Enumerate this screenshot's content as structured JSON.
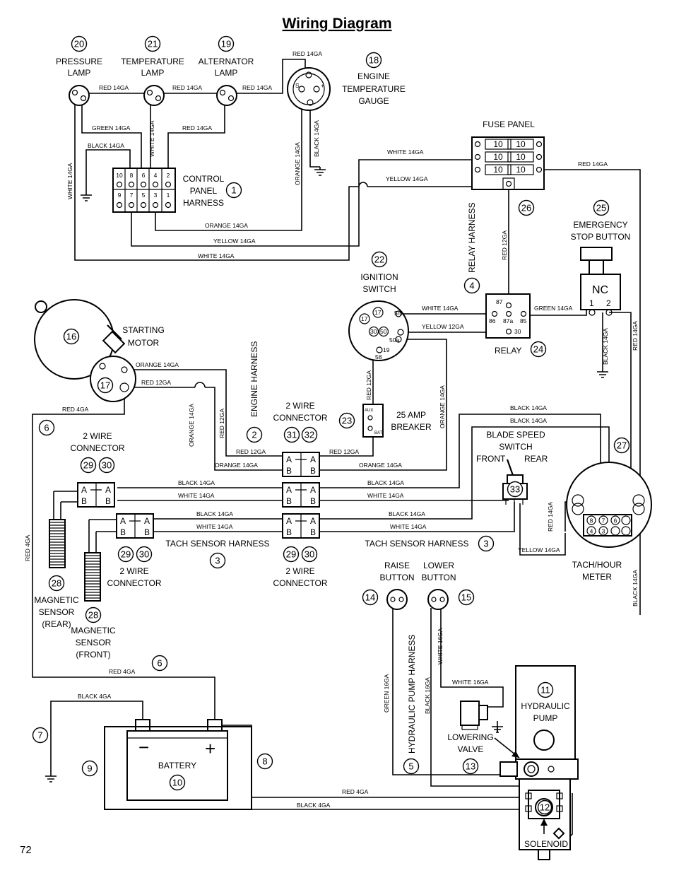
{
  "title": "Wiring Diagram",
  "page_number": "72",
  "callouts": [
    {
      "id": "c20",
      "n": "20"
    },
    {
      "id": "c21",
      "n": "21"
    },
    {
      "id": "c19",
      "n": "19"
    },
    {
      "id": "c18",
      "n": "18"
    },
    {
      "id": "c1",
      "n": "1"
    },
    {
      "id": "c26",
      "n": "26"
    },
    {
      "id": "c25",
      "n": "25"
    },
    {
      "id": "c4",
      "n": "4"
    },
    {
      "id": "c22",
      "n": "22"
    },
    {
      "id": "c24",
      "n": "24"
    },
    {
      "id": "c16",
      "n": "16"
    },
    {
      "id": "c17m",
      "n": "17"
    },
    {
      "id": "c6a",
      "n": "6"
    },
    {
      "id": "c2",
      "n": "2"
    },
    {
      "id": "c31",
      "n": "31"
    },
    {
      "id": "c32",
      "n": "32"
    },
    {
      "id": "c23",
      "n": "23"
    },
    {
      "id": "c27",
      "n": "27"
    },
    {
      "id": "c29a",
      "n": "29"
    },
    {
      "id": "c30a",
      "n": "30"
    },
    {
      "id": "c33",
      "n": "33"
    },
    {
      "id": "c29b",
      "n": "29"
    },
    {
      "id": "c30b",
      "n": "30"
    },
    {
      "id": "c3a",
      "n": "3"
    },
    {
      "id": "c29c",
      "n": "29"
    },
    {
      "id": "c30c",
      "n": "30"
    },
    {
      "id": "c3b",
      "n": "3"
    },
    {
      "id": "c28a",
      "n": "28"
    },
    {
      "id": "c28b",
      "n": "28"
    },
    {
      "id": "c14",
      "n": "14"
    },
    {
      "id": "c15",
      "n": "15"
    },
    {
      "id": "c6b",
      "n": "6"
    },
    {
      "id": "c11",
      "n": "11"
    },
    {
      "id": "c7",
      "n": "7"
    },
    {
      "id": "c9",
      "n": "9"
    },
    {
      "id": "c10",
      "n": "10"
    },
    {
      "id": "c8",
      "n": "8"
    },
    {
      "id": "c5",
      "n": "5"
    },
    {
      "id": "c13",
      "n": "13"
    },
    {
      "id": "c12",
      "n": "12"
    }
  ],
  "labels": {
    "pressure_lamp": [
      "PRESSURE",
      "LAMP"
    ],
    "temperature_lamp": [
      "TEMPERATURE",
      "LAMP"
    ],
    "alternator_lamp": [
      "ALTERNATOR",
      "LAMP"
    ],
    "engine_temp_gauge": [
      "ENGINE",
      "TEMPERATURE",
      "GAUGE"
    ],
    "control_panel_harness": [
      "CONTROL",
      "PANEL",
      "HARNESS"
    ],
    "fuse_panel": "FUSE PANEL",
    "emergency_stop": [
      "EMERGENCY",
      "STOP BUTTON"
    ],
    "relay_harness": "RELAY HARNESS",
    "ignition_switch": [
      "IGNITION",
      "SWITCH"
    ],
    "relay": "RELAY",
    "starting_motor": [
      "STARTING",
      "MOTOR"
    ],
    "engine_harness": "ENGINE HARNESS",
    "two_wire_connector": [
      "2 WIRE",
      "CONNECTOR"
    ],
    "amp_breaker": [
      "25 AMP",
      "BREAKER"
    ],
    "blade_speed_switch": [
      "BLADE SPEED",
      "SWITCH"
    ],
    "front": "FRONT",
    "rear": "REAR",
    "tach_sensor_harness": "TACH SENSOR HARNESS",
    "tach_hour_meter": [
      "TACH/HOUR",
      "METER"
    ],
    "magnetic_sensor_rear": [
      "MAGNETIC",
      "SENSOR",
      "(REAR)"
    ],
    "magnetic_sensor_front": [
      "MAGNETIC",
      "SENSOR",
      "(FRONT)"
    ],
    "raise_button": [
      "RAISE",
      "BUTTON"
    ],
    "lower_button": [
      "LOWER",
      "BUTTON"
    ],
    "hydraulic_pump_harness": "HYDRAULIC PUMP HARNESS",
    "hydraulic_pump": [
      "HYDRAULIC",
      "PUMP"
    ],
    "lowering_valve": [
      "LOWERING",
      "VALVE"
    ],
    "battery": "BATTERY",
    "solenoid": "SOLENOID",
    "nc": "NC",
    "plus": "+",
    "minus": "−"
  },
  "wires": {
    "red14": "RED 14GA",
    "green14": "GREEN 14GA",
    "black14": "BLACK 14GA",
    "white14": "WHITE 14GA",
    "orange14": "ORANGE 14GA",
    "yellow14": "YELLOW 14GA",
    "red12": "RED 12GA",
    "yellow12": "YELLOW 12GA",
    "red4": "RED 4GA",
    "black4": "BLACK 4GA",
    "white16": "WHITE 16GA",
    "green16": "GREEN 16GA",
    "black16": "BLACK 16GA"
  },
  "fuses": [
    "10",
    "10",
    "10",
    "10",
    "10",
    "10"
  ],
  "harness_pins": {
    "top": [
      "10",
      "8",
      "6",
      "4",
      "2"
    ],
    "bottom": [
      "9",
      "7",
      "5",
      "3",
      "1"
    ]
  },
  "relay_pins": [
    "87",
    "86",
    "87a",
    "85",
    "30"
  ],
  "ignition_terminals": [
    "17",
    "5/5",
    "30",
    "50",
    "50a",
    "19",
    "58"
  ],
  "breaker_terminals": [
    "AUX",
    "BAT"
  ],
  "stop_terminals": [
    "1",
    "2"
  ],
  "meter_pins": [
    "8",
    "7",
    "6",
    "4",
    "3"
  ],
  "connector_pins": [
    "A",
    "B"
  ]
}
